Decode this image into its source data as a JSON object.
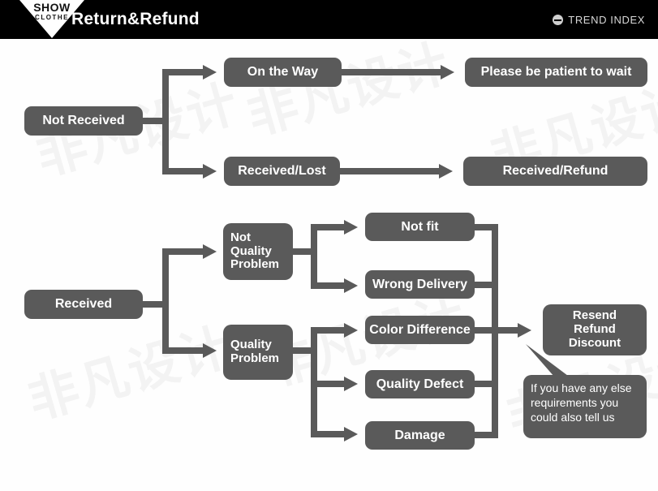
{
  "header": {
    "logo_main": "SHOW",
    "logo_sub": "CLOTHE",
    "title": "Return&Refund",
    "brand_icon": "circle-arrow-icon",
    "brand_text": "TREND INDEX",
    "bar_color": "#000000"
  },
  "watermarks": [
    "非凡设计",
    "非凡设计",
    "非凡设计",
    "非凡设计",
    "非凡设计",
    "非凡设计"
  ],
  "theme": {
    "node_fill": "#5a5a5a",
    "node_text": "#ffffff",
    "page_bg": "#fefefe"
  },
  "flow_not_received": {
    "root": "Not Received",
    "branches": [
      {
        "status": "On the Way",
        "outcome": "Please be patient to wait"
      },
      {
        "status": "Received/Lost",
        "outcome": "Received/Refund"
      }
    ]
  },
  "flow_received": {
    "root": "Received",
    "categories": [
      {
        "label": "Not Quality\nProblem",
        "line1": "Not",
        "line2": "Quality",
        "line3": "Problem"
      },
      {
        "label": "Quality\nProblem",
        "line1": "Quality",
        "line2": "Problem",
        "line3": ""
      }
    ],
    "reasons": [
      "Not fit",
      "Wrong Delivery",
      "Color Difference",
      "Quality Defect",
      "Damage"
    ],
    "resolution": {
      "line1": "Resend",
      "line2": "Refund",
      "line3": "Discount"
    },
    "callout": {
      "line1": "If you have any else",
      "line2": "requirements you",
      "line3": "could also tell us"
    }
  }
}
